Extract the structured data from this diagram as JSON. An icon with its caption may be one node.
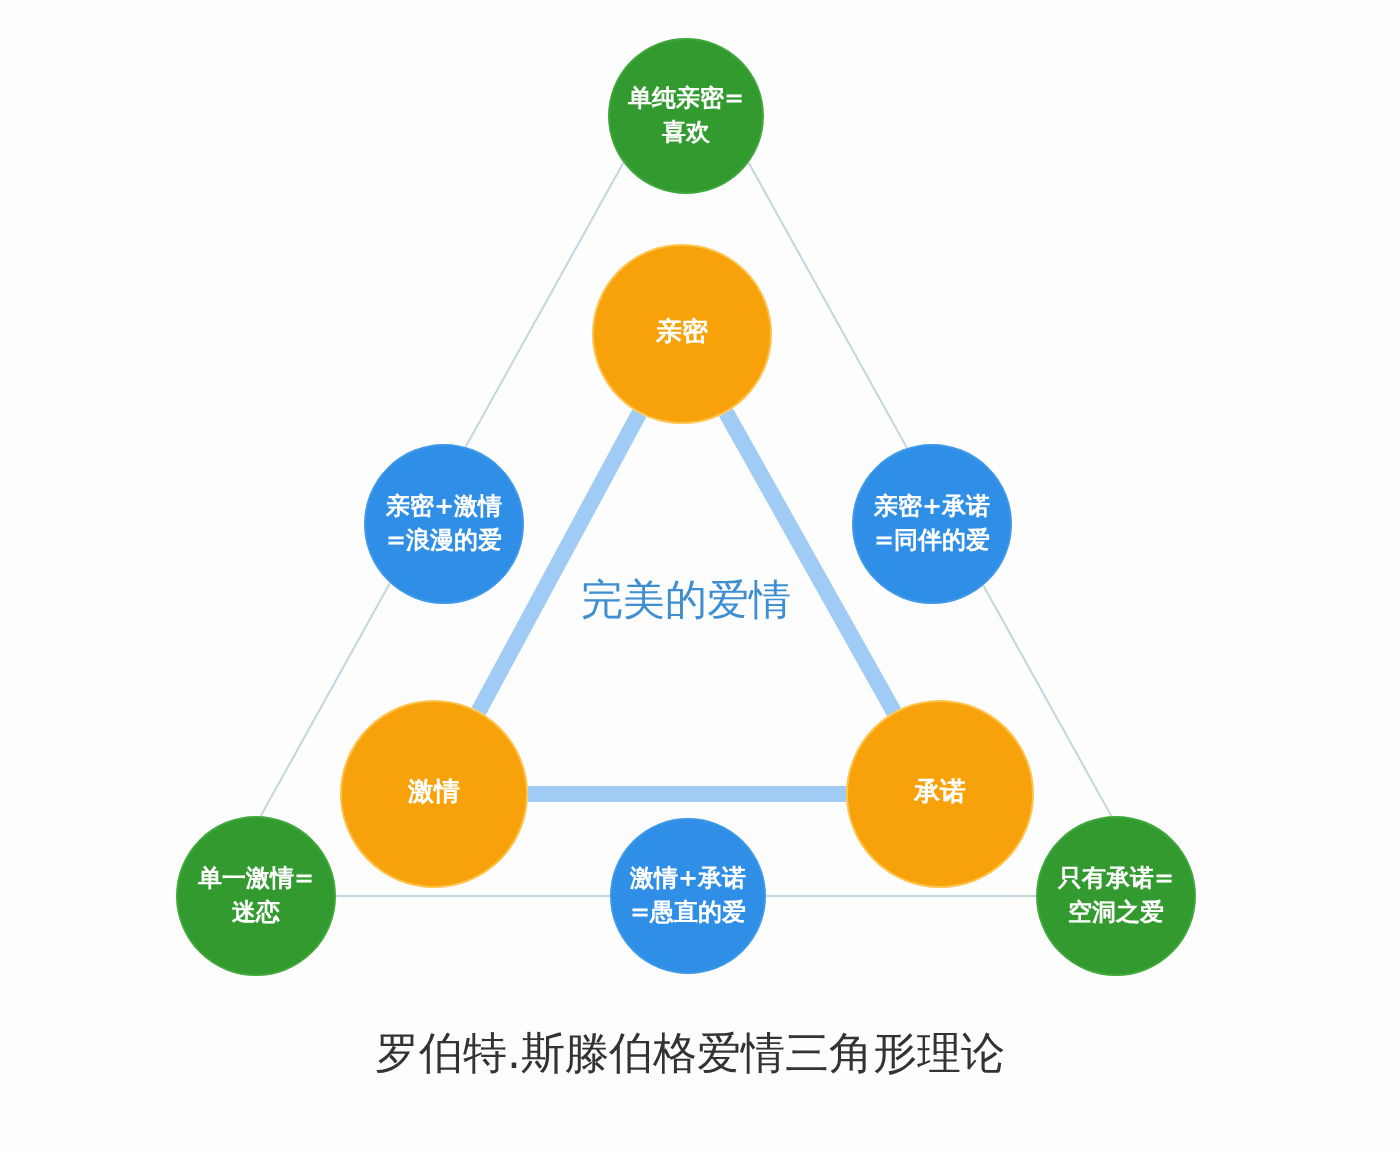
{
  "diagram": {
    "caption": "罗伯特.斯滕伯格爱情三角形理论",
    "nodes": [
      {
        "text": [
          "单纯亲密=喜欢"
        ]
      },
      {
        "text": [
          "亲密"
        ]
      },
      {
        "text": [
          "亲密+激情=浪漫的爱"
        ]
      },
      {
        "text": [
          "亲密+承诺=同伴的爱"
        ]
      },
      {
        "text": [
          "激情"
        ]
      },
      {
        "text": [
          "承诺"
        ]
      },
      {
        "text": [
          "单一激情=迷恋"
        ]
      },
      {
        "text": [
          "激情+承诺=愚直的爱"
        ]
      },
      {
        "text": [
          "只有承诺=空洞之爱"
        ]
      }
    ],
    "edges": [
      {
        "from": 0,
        "to": 2,
        "arrow": "none"
      },
      {
        "from": 2,
        "to": 6,
        "arrow": "none"
      },
      {
        "from": 0,
        "to": 3,
        "arrow": "none"
      },
      {
        "from": 3,
        "to": 8,
        "arrow": "none"
      },
      {
        "from": 6,
        "to": 7,
        "arrow": "none"
      },
      {
        "from": 7,
        "to": 8,
        "arrow": "none"
      },
      {
        "from": 1,
        "to": 4,
        "arrow": "none",
        "style": "thick",
        "color": "#9fcbf4"
      },
      {
        "from": 1,
        "to": 5,
        "arrow": "none",
        "style": "thick",
        "color": "#9fcbf4"
      },
      {
        "from": 4,
        "to": 5,
        "arrow": "none",
        "style": "thick",
        "color": "#9fcbf4"
      }
    ],
    "labels": [
      "完美的爱情"
    ]
  }
}
